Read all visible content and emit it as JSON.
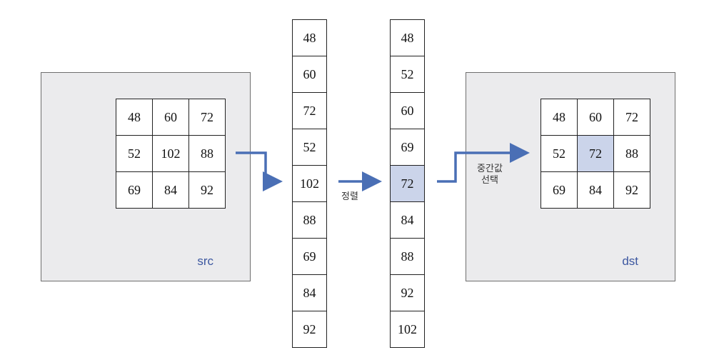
{
  "src": {
    "label": "src",
    "grid": [
      [
        "48",
        "60",
        "72"
      ],
      [
        "52",
        "102",
        "88"
      ],
      [
        "69",
        "84",
        "92"
      ]
    ]
  },
  "unsorted": [
    "48",
    "60",
    "72",
    "52",
    "102",
    "88",
    "69",
    "84",
    "92"
  ],
  "sorted": [
    "48",
    "52",
    "60",
    "69",
    "72",
    "84",
    "88",
    "92",
    "102"
  ],
  "sorted_highlight_index": 4,
  "sort_label": "정렬",
  "median_label_line1": "중간값",
  "median_label_line2": "선택",
  "dst": {
    "label": "dst",
    "grid": [
      [
        "48",
        "60",
        "72"
      ],
      [
        "52",
        "72",
        "88"
      ],
      [
        "69",
        "84",
        "92"
      ]
    ],
    "highlight": [
      1,
      1
    ]
  },
  "colors": {
    "arrow": "#4a6fb5",
    "highlight": "#cbd4ea",
    "label": "#3c57a0"
  }
}
